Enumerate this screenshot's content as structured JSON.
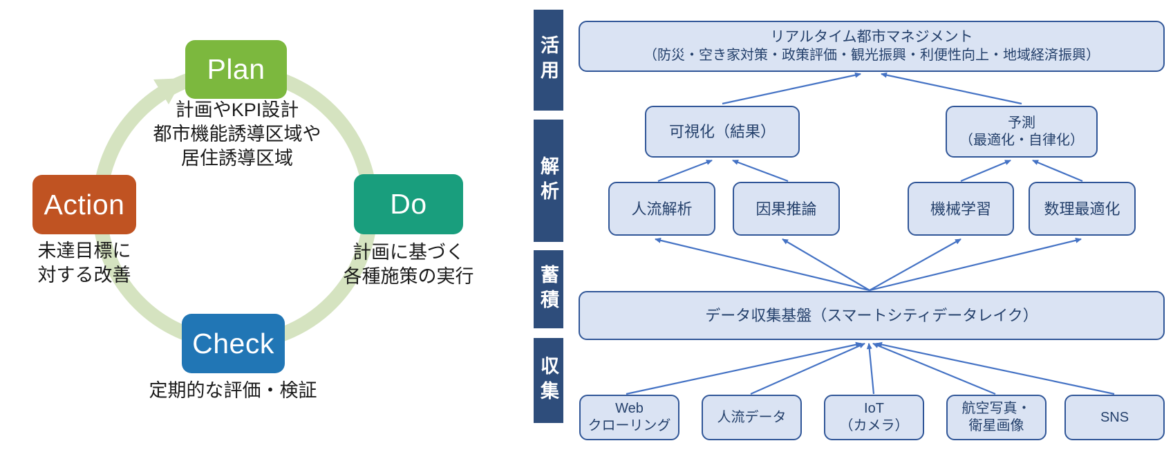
{
  "pdca": {
    "ring_color": "#d5e3c0",
    "plan": {
      "label": "Plan",
      "color": "#7cb83e",
      "desc_lines": [
        "計画やKPI設計",
        "都市機能誘導区域や",
        "居住誘導区域"
      ]
    },
    "do": {
      "label": "Do",
      "color": "#199e7d",
      "desc_lines": [
        "計画に基づく",
        "各種施策の実行"
      ]
    },
    "check": {
      "label": "Check",
      "color": "#2176b5",
      "desc": "定期的な評価・検証"
    },
    "action": {
      "label": "Action",
      "color": "#c05322",
      "desc_lines": [
        "未達目標に",
        "対する改善"
      ]
    }
  },
  "pipeline": {
    "accent_color": "#4472c4",
    "box_fill": "#dae3f3",
    "box_border": "#2f5597",
    "bar_color": "#2e4d7b",
    "layers": [
      {
        "label": "活用"
      },
      {
        "label": "解析"
      },
      {
        "label": "蓄積"
      },
      {
        "label": "収集"
      }
    ],
    "top_box": {
      "line1": "リアルタイム都市マネジメント",
      "line2": "（防災・空き家対策・政策評価・観光振興・利便性向上・地域経済振興）"
    },
    "visualization_box": {
      "label": "可視化（結果）"
    },
    "prediction_box": {
      "line1": "予測",
      "line2": "（最適化・自律化）"
    },
    "method_boxes": [
      "人流解析",
      "因果推論",
      "機械学習",
      "数理最適化"
    ],
    "storage_box": {
      "label": "データ収集基盤（スマートシティデータレイク）"
    },
    "source_boxes": [
      {
        "line1": "Web",
        "line2": "クローリング"
      },
      {
        "line1": "人流データ",
        "line2": ""
      },
      {
        "line1": "IoT",
        "line2": "（カメラ）"
      },
      {
        "line1": "航空写真・",
        "line2": "衛星画像"
      },
      {
        "line1": "SNS",
        "line2": ""
      }
    ]
  }
}
